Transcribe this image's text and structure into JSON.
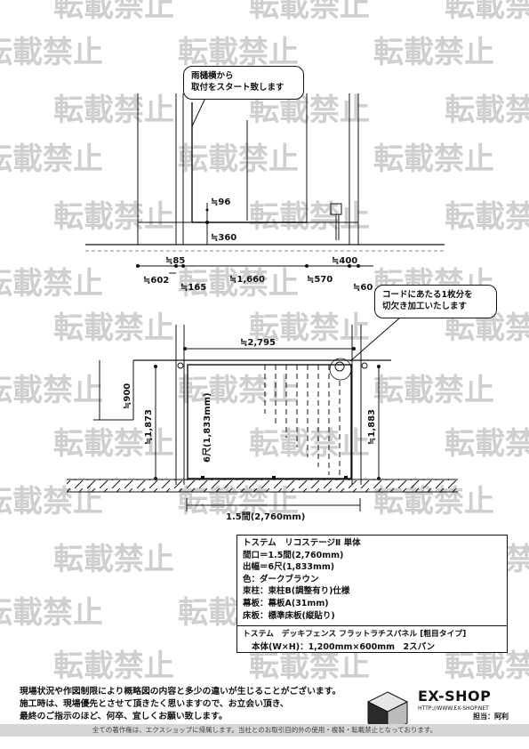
{
  "watermark": {
    "text": "転載禁止",
    "color": "#cfcfcf"
  },
  "callouts": [
    {
      "lines": [
        "雨樋横から",
        "取付をスタート致します"
      ]
    },
    {
      "lines": [
        "コードにあたる1枚分を",
        "切欠き加工いたします"
      ]
    }
  ],
  "dims_upper": {
    "d96": "≒96",
    "d360": "≒360",
    "d85": "≒85",
    "d400": "≒400",
    "d602": "≒602",
    "d165": "≒165",
    "d1660": "≒1,660",
    "d570": "≒570",
    "d60": "≒60"
  },
  "dims_lower": {
    "d2795": "≒2,795",
    "d900": "≒900",
    "d1873": "≒1,873",
    "d1833": "6尺(1,833mm)",
    "d1883": "≒1,883",
    "d2760": "1.5間(2,760mm)"
  },
  "spec": {
    "product1": "トステム　リコステージⅡ 単体",
    "rows": [
      "間口＝1.5間(2,760mm)",
      "出幅＝6尺(1,833mm)",
      "色：ダークブラウン",
      "束柱：束柱B(調整有り)仕様",
      "幕板：幕板A(31mm)",
      "床板：標準床板(縦貼り)"
    ],
    "product2": "トステム　デッキフェンス フラットラチスパネル [粗目タイプ]",
    "product2_size": "本体(W×H)：1,200mm×600mm　2スパン"
  },
  "notes": [
    "現場状況や作図制限により概略図の内容と多少の違いが生じることがございます。",
    "施工時は、現場優先とさせて頂きたく思いますので、お立会い頂き、",
    "最終のご指示のほど、何卒、宜しくお願い致します。"
  ],
  "brand": {
    "name": "EX-SHOP",
    "url": "HTTP://WWW.EX-SHOP.NET",
    "staff": "担当：阿利"
  },
  "footer": "全ての著作権は、エクスショップに帰属します。当社とのお取引目的外の使用・複製・転載禁止となっております。"
}
